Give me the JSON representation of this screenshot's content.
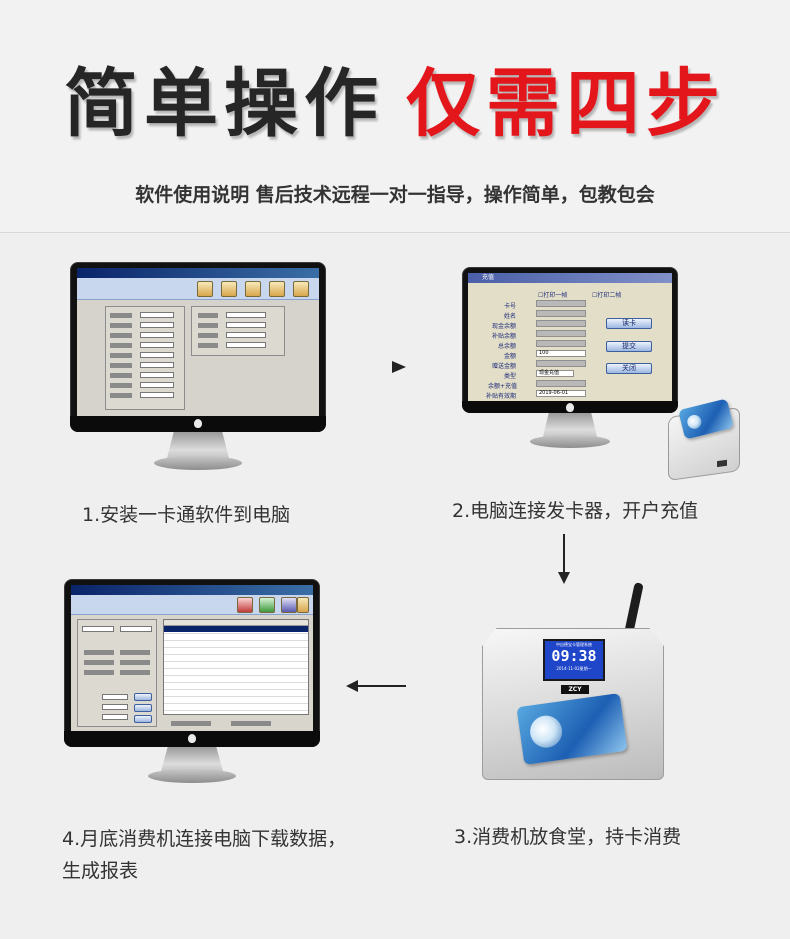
{
  "header": {
    "title_black": "简单操作",
    "title_red": "仅需四步",
    "subtitle": "软件使用说明  售后技术远程一对一指导，操作简单，包教包会"
  },
  "steps": [
    {
      "caption": "1.安装一卡通软件到电脑"
    },
    {
      "caption": "2.电脑连接发卡器，开户充值"
    },
    {
      "caption": "3.消费机放食堂，持卡消费"
    },
    {
      "caption_line1": "4.月底消费机连接电脑下载数据，",
      "caption_line2": "生成报表"
    }
  ],
  "step2_window": {
    "title": "充值",
    "print1": "打印一帧",
    "print2": "打印二帧",
    "labels": [
      "卡号",
      "姓名",
      "现金余额",
      "补贴余额",
      "总余额",
      "金额",
      "赠送金额",
      "类型",
      "余额+充值",
      "补贴有效期"
    ],
    "amount": "100",
    "type": "现金充值",
    "date": "2019-06-01",
    "buttons": [
      "读卡",
      "提交",
      "关闭"
    ]
  },
  "terminal": {
    "lcd_title": "中自德宝卡管理系统",
    "lcd_time": "09:38",
    "lcd_date": "2014-11-02星期一",
    "brand": "ZCY"
  },
  "colors": {
    "accent_red": "#e3161c",
    "text_dark": "#262626"
  }
}
